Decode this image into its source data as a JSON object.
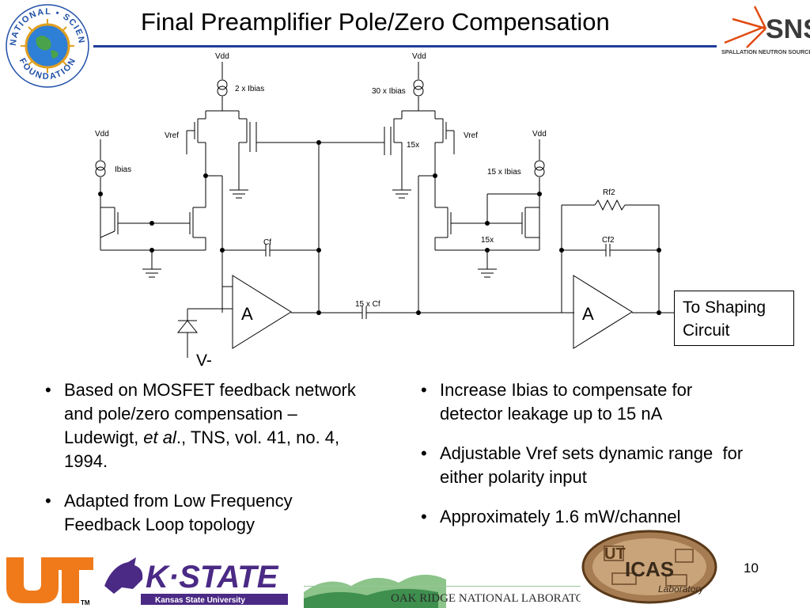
{
  "slide": {
    "title": "Final Preamplifier Pole/Zero Compensation",
    "page_number": "10"
  },
  "logos": {
    "nsf": {
      "top_text": "NATIONAL • SCIENCE",
      "bottom_text": "FOUNDATION",
      "color": "#1f4fa8"
    },
    "sns": {
      "text": "SNS",
      "subtitle": "SPALLATION NEUTRON SOURCE"
    },
    "ut": {
      "text": "UT",
      "tm": "TM",
      "color": "#f07a1a"
    },
    "kstate": {
      "text": "K·STATE",
      "subtitle": "Kansas State University",
      "color": "#4b2a85"
    },
    "ornl": {
      "text": "OAK RIDGE NATIONAL LABORATORY"
    },
    "icas": {
      "ut": "UT",
      "text": "ICAS",
      "subtitle": "Laboratory"
    }
  },
  "circuit": {
    "vdd": "Vdd",
    "vref": "Vref",
    "v_minus": "V-",
    "bias_2x": "2 x Ibias",
    "bias_30x": "30 x Ibias",
    "bias_1x": "Ibias",
    "bias_15x": "15 x Ibias",
    "size_15x": "15x",
    "cf": "Cf",
    "cf_15x": "15 x Cf",
    "rf2": "Rf2",
    "cf2": "Cf2",
    "amp_label": "A",
    "output_box": "To Shaping\nCircuit",
    "output_line1": "To Shaping",
    "output_line2": "Circuit"
  },
  "bullets_left": [
    {
      "before": "Based on MOSFET feedback network and pole/zero compensation – Ludewigt, ",
      "italic": "et al",
      "after": "., TNS, vol. 41, no. 4, 1994."
    },
    {
      "text": "Adapted from Low Frequency Feedback Loop topology"
    }
  ],
  "bullets_right": [
    "Increase Ibias to compensate for detector leakage up to 15 nA",
    "Adjustable Vref sets dynamic range  for either polarity input",
    "Approximately 1.6 mW/channel"
  ]
}
